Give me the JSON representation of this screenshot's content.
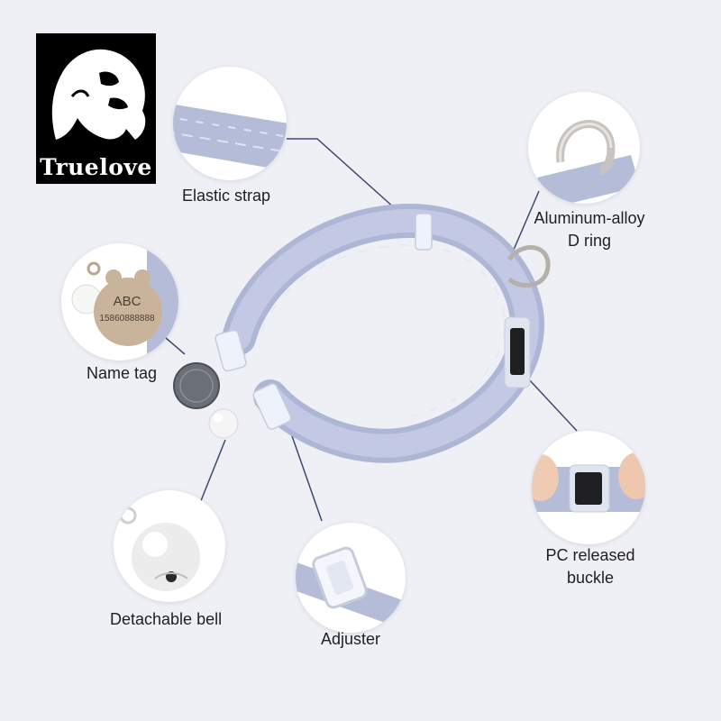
{
  "brand": {
    "name": "Truelove"
  },
  "name_tag": {
    "initials": "ABC",
    "phone": "15860888888"
  },
  "callouts": {
    "elastic_strap": {
      "label": "Elastic strap"
    },
    "d_ring": {
      "line1": "Aluminum-alloy",
      "line2": "D ring"
    },
    "name_tag": {
      "label": "Name tag"
    },
    "buckle": {
      "line1": "PC released",
      "line2": "buckle"
    },
    "bell": {
      "label": "Detachable bell"
    },
    "adjuster": {
      "label": "Adjuster"
    }
  },
  "colors": {
    "background": "#eef0f6",
    "strap": "#b9c0dc",
    "leader_line": "#3b4a6e",
    "tag_metal": "#c9b39a"
  }
}
